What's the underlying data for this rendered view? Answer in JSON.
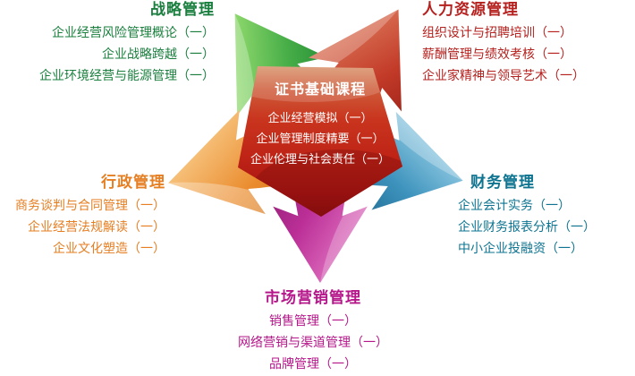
{
  "page": {
    "background": "#ffffff"
  },
  "center": {
    "title": "证书基础课程",
    "items": [
      "企业经营模拟（一）",
      "企业管理制度精要（一）",
      "企业伦理与社会责任（一）"
    ],
    "panel_color": "#c02317",
    "text_color": "#ffffff"
  },
  "branches": [
    {
      "id": "strategy",
      "title": "战略管理",
      "color": "#1a7f3e",
      "arrow_color": "#46ad47",
      "items": [
        "企业经营风险管理概论（一）",
        "企业战略跨越（一）",
        "企业环境经营与能源管理（一）"
      ]
    },
    {
      "id": "hr",
      "title": "人力资源管理",
      "color": "#b5211e",
      "arrow_color": "#c23a28",
      "items": [
        "组织设计与招聘培训（一）",
        "薪酬管理与绩效考核（一）",
        "企业家精神与领导艺术（一）"
      ]
    },
    {
      "id": "finance",
      "title": "财务管理",
      "color": "#0e7490",
      "arrow_color": "#3d93bd",
      "items": [
        "企业会计实务（一）",
        "企业财务报表分析（一）",
        "中小企业投融资（一）"
      ]
    },
    {
      "id": "marketing",
      "title": "市场营销管理",
      "color": "#b5178a",
      "arrow_color": "#bb2f97",
      "items": [
        "销售管理（一）",
        "网络营销与渠道管理（一）",
        "品牌管理（一）"
      ]
    },
    {
      "id": "admin",
      "title": "行政管理",
      "color": "#e67e22",
      "arrow_color": "#ea8c2e",
      "items": [
        "商务谈判与合同管理（一）",
        "企业经营法规解读（一）",
        "企业文化塑造（一）"
      ]
    }
  ]
}
